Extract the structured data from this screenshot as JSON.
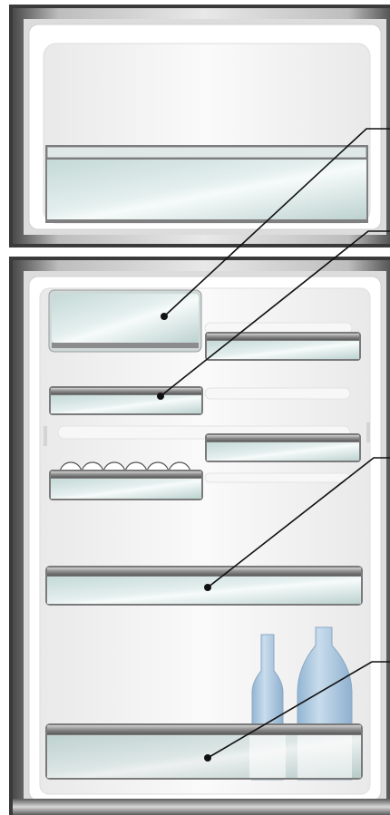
{
  "figure": {
    "description_visible_text": "",
    "compartments": [
      {
        "id": "freezer"
      },
      {
        "id": "fridge"
      }
    ],
    "callouts": [
      {
        "id": "callout-1"
      },
      {
        "id": "callout-2"
      },
      {
        "id": "callout-3"
      },
      {
        "id": "callout-4"
      }
    ],
    "colors": {
      "frame_dark": "#3f3f3f",
      "frame_light": "#bfbfbf",
      "interior": "#f3f3f3",
      "glass": "#cfe1df",
      "bottle": "#a9c7de",
      "leader": "#111111"
    }
  }
}
